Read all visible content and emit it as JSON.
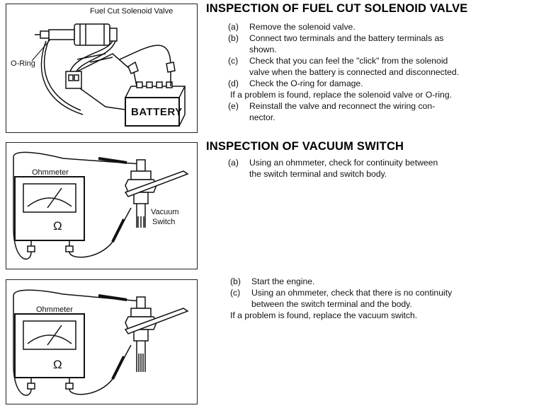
{
  "figure1": {
    "label_valve": "Fuel Cut Solenoid Valve",
    "label_oring": "O-Ring",
    "label_battery": "BATTERY"
  },
  "figure2": {
    "label_meter": "Ohmmeter",
    "label_switch_1": "Vacuum",
    "label_switch_2": "Switch",
    "omega": "Ω"
  },
  "figure3": {
    "label_meter": "Ohmmeter",
    "omega": "Ω"
  },
  "section1": {
    "title": "INSPECTION OF FUEL CUT SOLENOID VALVE",
    "steps": [
      {
        "mark": "(a)",
        "lines": [
          "Remove the solenoid valve."
        ]
      },
      {
        "mark": "(b)",
        "lines": [
          "Connect two terminals and the battery terminals as",
          "shown."
        ]
      },
      {
        "mark": "(c)",
        "lines": [
          "Check that you can feel the \"click\" from the solenoid",
          "valve when the battery is connected and disconnected."
        ]
      },
      {
        "mark": "(d)",
        "lines": [
          "Check the O-ring for damage."
        ]
      }
    ],
    "note": "If a problem is found, replace the solenoid valve or O-ring.",
    "step_e": {
      "mark": "(e)",
      "lines": [
        "Reinstall the valve and reconnect the wiring con-",
        "nector."
      ]
    }
  },
  "section2": {
    "title": "INSPECTION OF VACUUM SWITCH",
    "step_a": {
      "mark": "(a)",
      "lines": [
        "Using an ohmmeter, check for continuity between",
        "the switch terminal and switch body."
      ]
    },
    "step_b": {
      "mark": "(b)",
      "lines": [
        "Start the engine."
      ]
    },
    "step_c": {
      "mark": "(c)",
      "lines": [
        "Using an ohmmeter, check that there is no continuity",
        "between the switch terminal and the body."
      ]
    },
    "note": "If a problem is found, replace the vacuum switch."
  }
}
